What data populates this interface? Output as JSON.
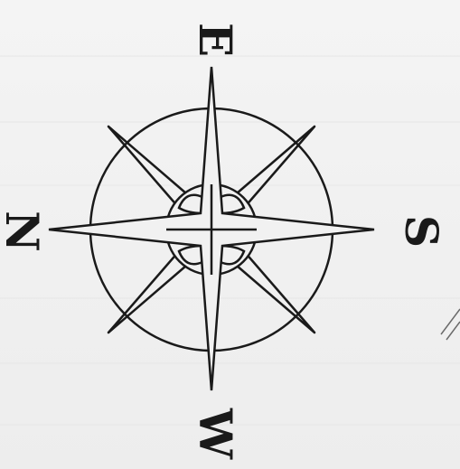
{
  "compass": {
    "labels": {
      "top": "E",
      "left": "N",
      "right": "S",
      "bottom": "W"
    },
    "ink_color": "#1a1a1a",
    "background_color": "#f1f1f1"
  }
}
